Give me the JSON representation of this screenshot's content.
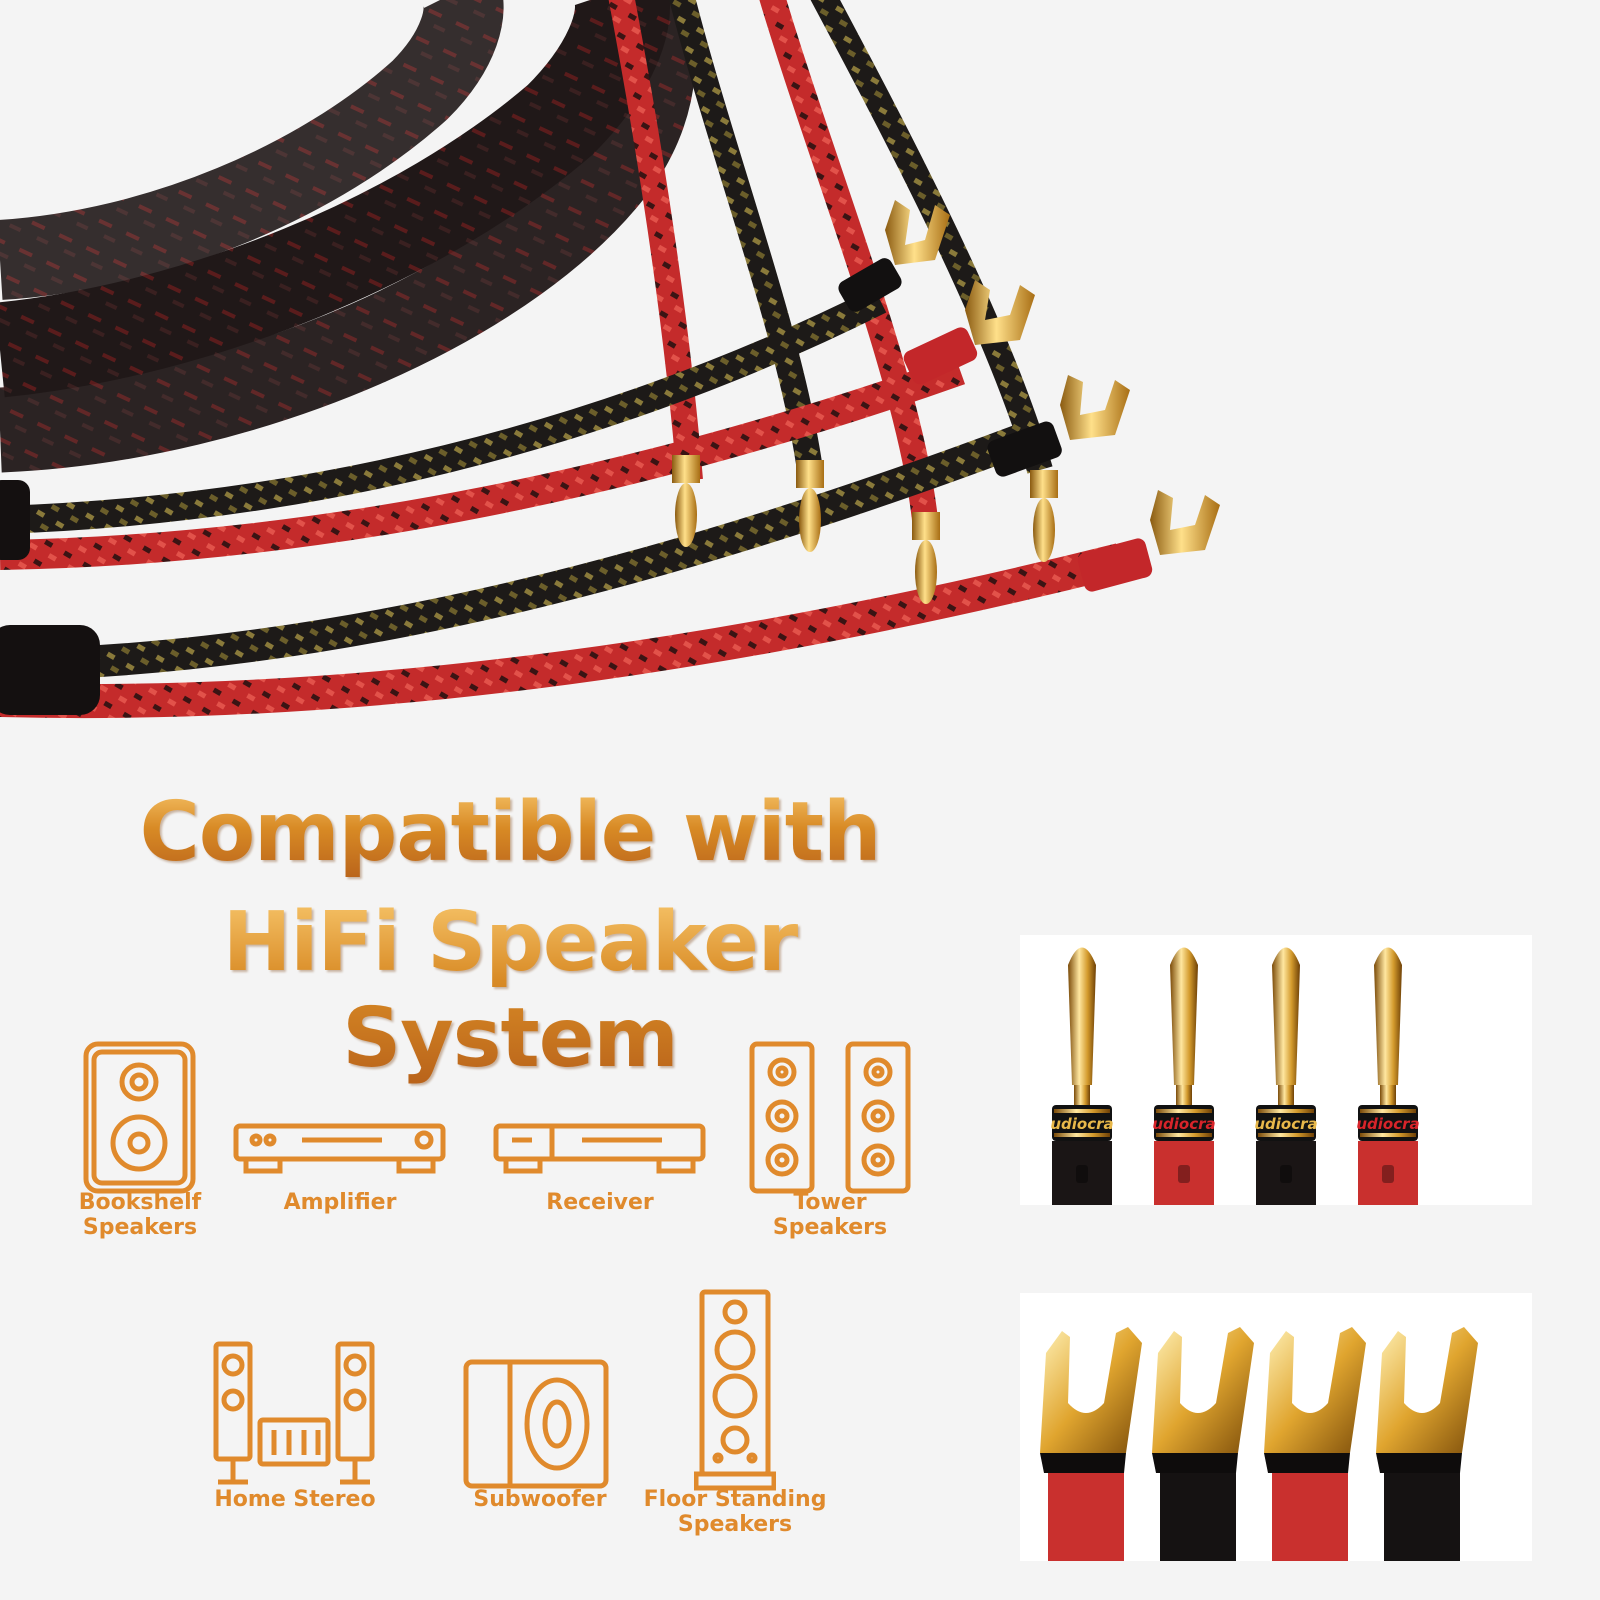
{
  "headline": {
    "line1": "Compatible with",
    "line2": "HiFi Speaker System"
  },
  "devices": [
    {
      "label": "Bookshelf\nSpeakers",
      "icon": "bookshelf-speaker-icon"
    },
    {
      "label": "Amplifier",
      "icon": "amplifier-icon"
    },
    {
      "label": "Receiver",
      "icon": "receiver-icon"
    },
    {
      "label": "Tower\nSpeakers",
      "icon": "tower-speakers-icon"
    },
    {
      "label": "Home Stereo",
      "icon": "home-stereo-icon"
    },
    {
      "label": "Subwoofer",
      "icon": "subwoofer-icon"
    },
    {
      "label": "Floor Standing\nSpeakers",
      "icon": "floor-standing-speaker-icon"
    }
  ],
  "banana_plugs": {
    "brand_text": "udiocra",
    "count": 4
  },
  "spade_plugs": {
    "count": 4
  },
  "colors": {
    "gold": "#e08a2c",
    "cable_red": "#c42b2b",
    "cable_black": "#1e1a1a",
    "background": "#f4f4f4"
  }
}
